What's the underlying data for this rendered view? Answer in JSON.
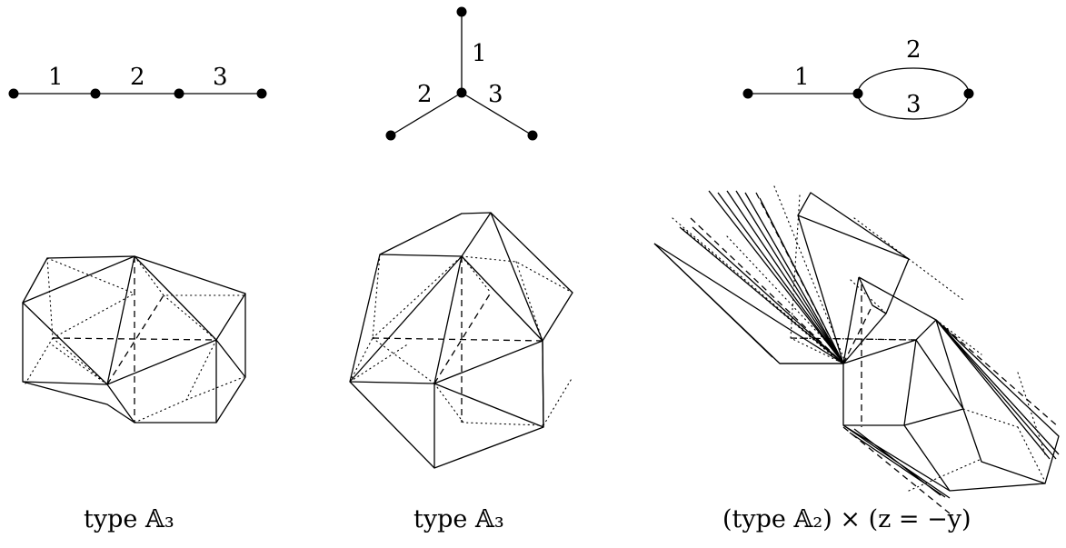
{
  "graphs": [
    {
      "edge_labels": [
        "1",
        "2",
        "3"
      ]
    },
    {
      "edge_labels": [
        "1",
        "2",
        "3"
      ]
    },
    {
      "edge_labels": [
        "1",
        "2",
        "3"
      ]
    }
  ],
  "captions": [
    "type 𝔸₃",
    "type 𝔸₃",
    "(type 𝔸₂) × (z = −y)"
  ]
}
